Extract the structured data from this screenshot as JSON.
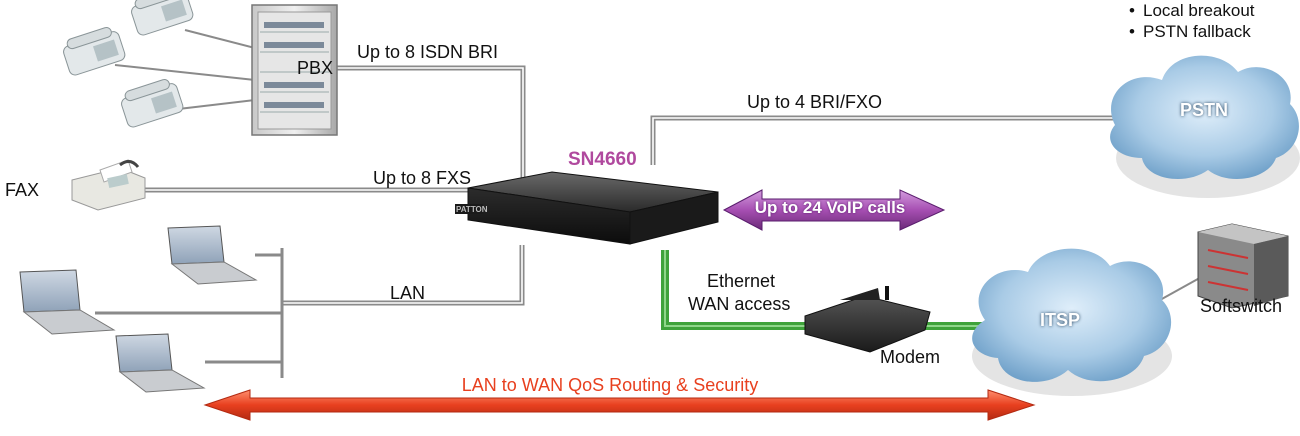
{
  "device": {
    "name": "SN4660",
    "color": "#b0499e",
    "faceplate_label": "PATTON"
  },
  "nodes": {
    "pbx": "PBX",
    "fax": "FAX",
    "pstn": "PSTN",
    "itsp": "ITSP",
    "softswitch": "Softswitch",
    "modem": "Modem"
  },
  "links": {
    "isdn": "Up to 8 ISDN BRI",
    "fxs": "Up to 8 FXS",
    "lan": "LAN",
    "bri_fxo": "Up to 4 BRI/FXO",
    "ethernet_line1": "Ethernet",
    "ethernet_line2": "WAN access"
  },
  "pstn_features": [
    "Local breakout",
    "PSTN fallback"
  ],
  "arrows": {
    "voip": "Up to 24 VoIP calls",
    "qos": "LAN to WAN QoS Routing & Security"
  },
  "colors": {
    "wan_link": "#3fa33b",
    "voip_arrow": "#a64fb2",
    "qos_arrow": "#e8401f",
    "cloud": "#7fb0d6"
  }
}
